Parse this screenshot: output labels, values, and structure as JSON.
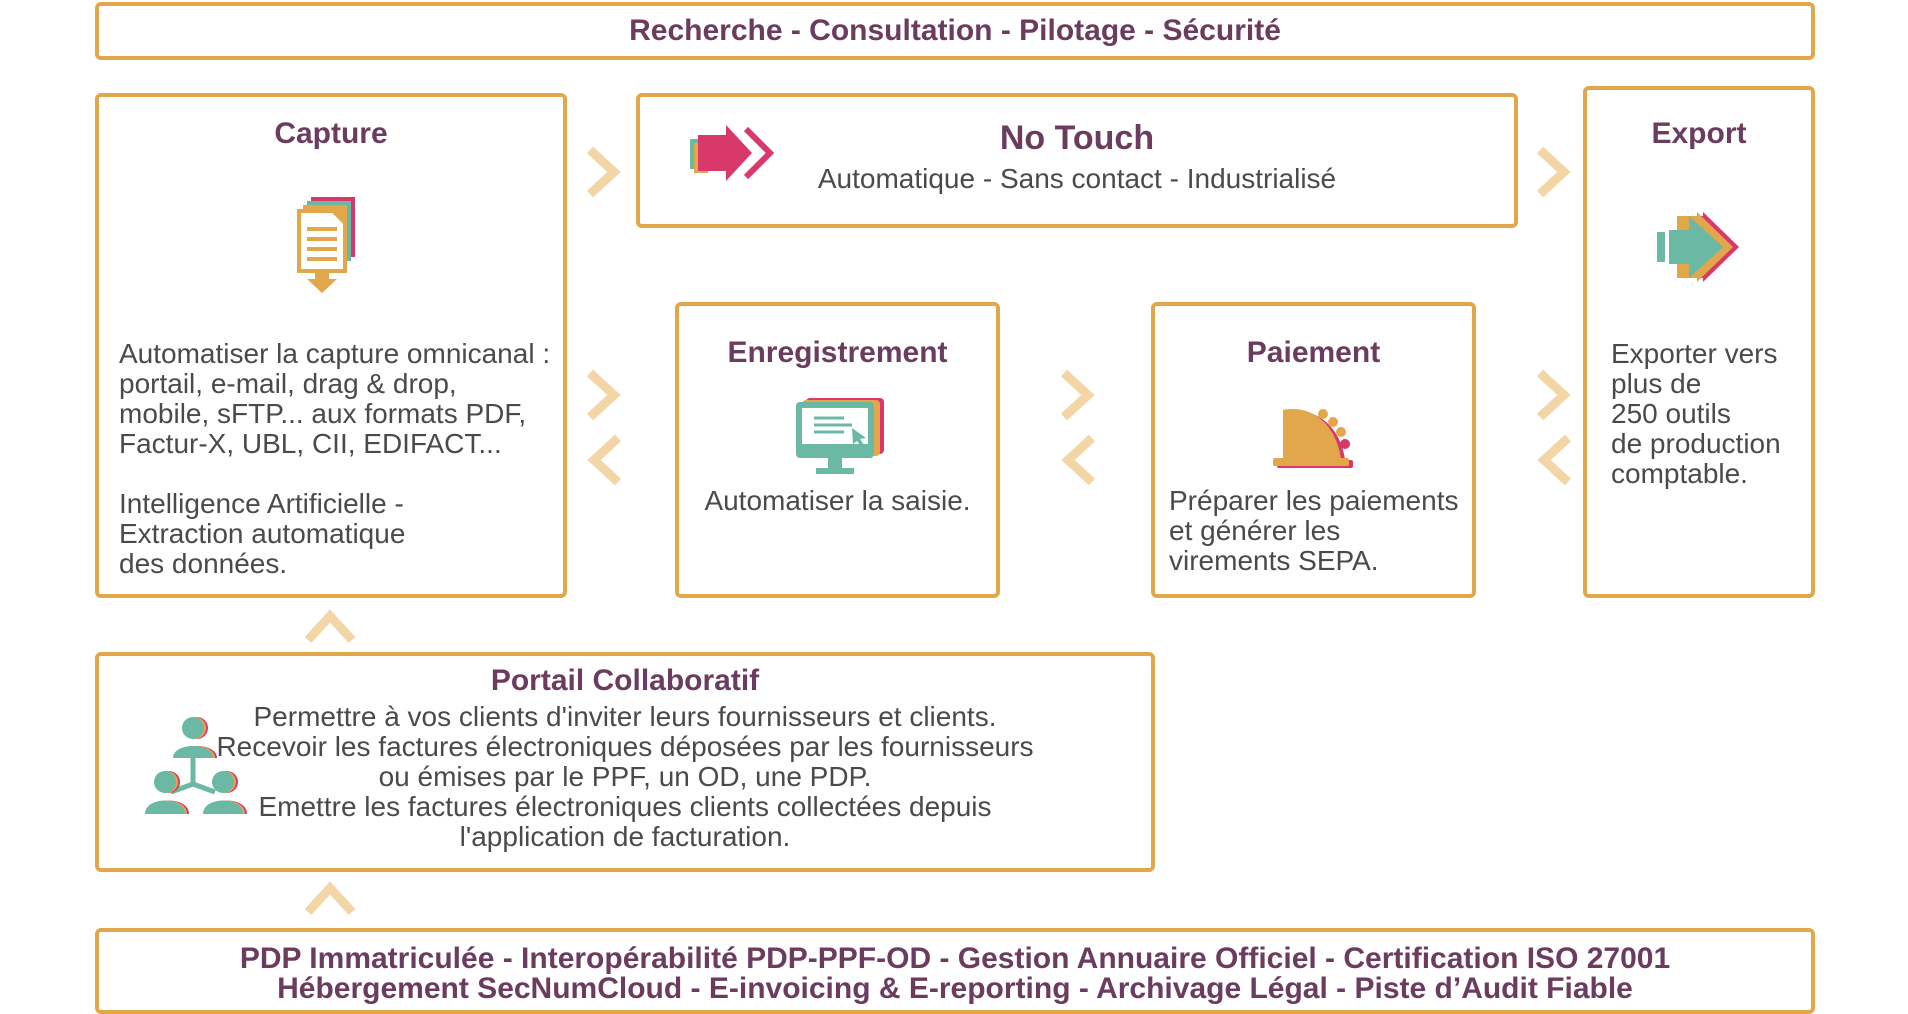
{
  "top_banner": {
    "text": "Recherche - Consultation - Pilotage - Sécurité"
  },
  "capture": {
    "title": "Capture",
    "lines_1": [
      "Automatiser la capture omnicanal :",
      "portail, e-mail, drag & drop,",
      "mobile, sFTP... aux formats PDF,",
      "Factur-X, UBL, CII, EDIFACT..."
    ],
    "lines_2": [
      "Intelligence Artificielle -",
      "Extraction automatique",
      "des données."
    ],
    "icon": "document-download-icon"
  },
  "no_touch": {
    "title": "No Touch",
    "subtitle": "Automatique - Sans contact - Industrialisé",
    "icon": "double-arrow-icon"
  },
  "export": {
    "title": "Export",
    "lines": [
      "Exporter vers",
      "plus de",
      "250 outils",
      "de production",
      "comptable."
    ],
    "icon": "export-arrow-icon"
  },
  "enregistrement": {
    "title": "Enregistrement",
    "text": "Automatiser la saisie.",
    "icon": "monitor-icon"
  },
  "paiement": {
    "title": "Paiement",
    "lines": [
      "Préparer les paiements",
      "et générer les",
      "virements SEPA."
    ],
    "icon": "cash-register-icon"
  },
  "portail": {
    "title": "Portail Collaboratif",
    "lines": [
      "Permettre à vos clients d'inviter leurs fournisseurs et clients.",
      "Recevoir les factures électroniques déposées par les fournisseurs",
      "ou émises par le PPF, un OD, une PDP.",
      "Emettre les factures électroniques clients collectées depuis",
      "l'application de facturation."
    ],
    "icon": "people-network-icon"
  },
  "bottom_banner": {
    "lines": [
      "PDP Immatriculée - Interopérabilité PDP-PPF-OD - Gestion Annuaire Officiel - Certification ISO 27001",
      "Hébergement SecNumCloud - E-invoicing & E-reporting - Archivage Légal - Piste d’Audit Fiable"
    ]
  },
  "colors": {
    "border": "#e3a74b",
    "chevron": "#f3d5a6",
    "title": "#6b3c5f",
    "text": "#4a4a4a",
    "teal": "#6bb8a4",
    "pink": "#d9386a",
    "orange": "#e3a74b"
  }
}
